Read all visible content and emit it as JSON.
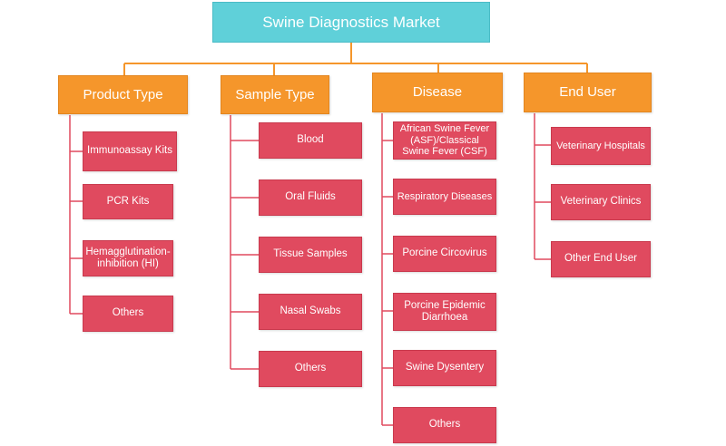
{
  "diagram": {
    "root": {
      "label": "Swine Diagnostics Market"
    },
    "categories": [
      {
        "label": "Product Type",
        "items": [
          "Immunoassay Kits",
          "PCR Kits",
          "Hemagglutination-\ninhibition (HI)",
          "Others"
        ]
      },
      {
        "label": "Sample Type",
        "items": [
          "Blood",
          "Oral Fluids",
          "Tissue Samples",
          "Nasal Swabs",
          "Others"
        ]
      },
      {
        "label": "Disease",
        "items": [
          "African Swine Fever\n(ASF)/Classical\nSwine Fever (CSF)",
          "Respiratory Diseases",
          "Porcine Circovirus",
          "Porcine Epidemic\nDiarrhoea",
          "Swine Dysentery",
          "Others"
        ]
      },
      {
        "label": "End User",
        "items": [
          "Veterinary Hospitals",
          "Veterinary Clinics",
          "Other End User"
        ]
      }
    ],
    "colors": {
      "root_fill": "#5fd0d9",
      "category_fill": "#f5962b",
      "leaf_fill": "#e04a5f",
      "connector": "#f5962b",
      "tree_line": "#e04a5f"
    }
  }
}
